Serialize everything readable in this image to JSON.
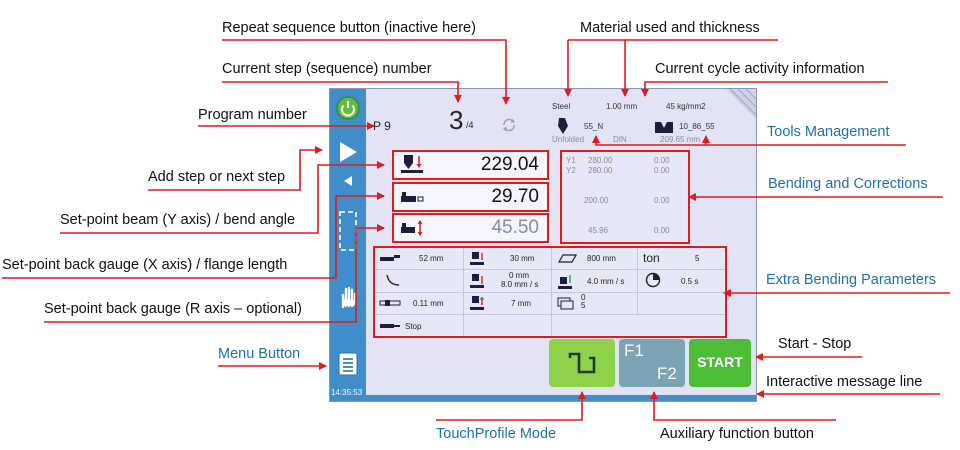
{
  "callouts": {
    "repeat": "Repeat sequence button (inactive here)",
    "material": "Material used and thickness",
    "current_step": "Current step (sequence) number",
    "cycle": "Current cycle activity information",
    "program": "Program number",
    "tools": "Tools Management",
    "add_step": "Add step or next step",
    "bending": "Bending and Corrections",
    "beam": "Set-point beam (Y axis) / bend angle",
    "backgauge_x": "Set-point back gauge (X axis) / flange length",
    "extra": "Extra Bending Parameters",
    "backgauge_r": "Set-point back gauge (R axis – optional)",
    "menu": "Menu Button",
    "start_stop": "Start - Stop",
    "message": "Interactive message line",
    "touchprofile": "TouchProfile Mode",
    "aux": "Auxiliary function button"
  },
  "screen": {
    "program_label": "P 9",
    "step_current": "3",
    "step_total": "/4",
    "material": "Steel",
    "thickness": "1.00 mm",
    "strength": "45 kg/mm2",
    "punch": "55_N",
    "die": "10_86_55",
    "unfolded": "Unfolded",
    "din": "DIN :",
    "unfolded_value": "209.65 mm",
    "y_setpoint": "229.04",
    "x_setpoint": "29.70",
    "r_setpoint": "45.50",
    "corrections": {
      "y1_label": "Y1",
      "y1_value": "280.00",
      "y1_corr": "0.00",
      "y2_label": "Y2",
      "y2_value": "280.00",
      "y2_corr": "0.00",
      "x_value": "200.00",
      "x_corr": "0.00",
      "r_value": "45.96",
      "r_corr": "0.00"
    },
    "extra": {
      "flange": "52 mm",
      "opening": "30 mm",
      "length": "800 mm",
      "ton_label": "ton",
      "ton_value": "5",
      "speed_a": "0 mm",
      "speed_b": "8.0 mm / s",
      "speed_c": "4.0 mm / s",
      "time": "0.5 s",
      "thick": "0.11 mm",
      "decomp": "7 mm",
      "count_a": "0",
      "count_b": "5",
      "stop": "Stop"
    },
    "f1": "F1",
    "f2": "F2",
    "start": "START",
    "clock": "14:35:53"
  },
  "colors": {
    "sidebar": "#3f8ec9",
    "red": "#e01b1b",
    "green": "#4dbd38",
    "teal": "#7aa3b4"
  }
}
